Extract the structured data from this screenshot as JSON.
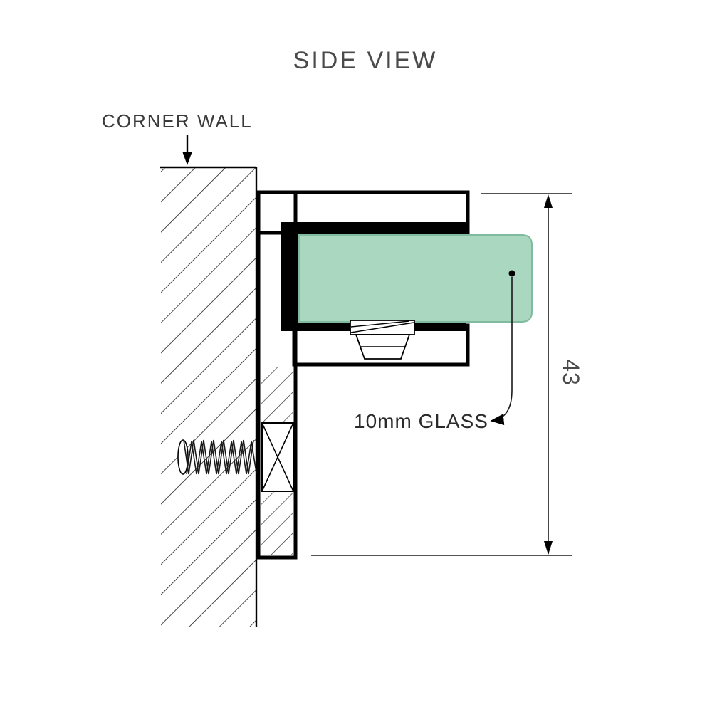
{
  "title": "SIDE VIEW",
  "labels": {
    "corner_wall": "CORNER WALL",
    "glass_callout": "10mm GLASS",
    "dimension_value": "43"
  },
  "colors": {
    "title_text": "#4a4a4a",
    "label_text": "#3a3a3a",
    "callout_text": "#2b2b2b",
    "dim_text": "#4a4a4a",
    "line": "#000000",
    "clamp_black": "#000000",
    "glass_fill": "#a9d7bf",
    "glass_stroke": "#7fbb9e",
    "bracket_dark": "#555555",
    "bracket_mid": "#a8a8a8",
    "stem_light": "#d2d2d2",
    "stem_mid": "#8f8f8f"
  }
}
